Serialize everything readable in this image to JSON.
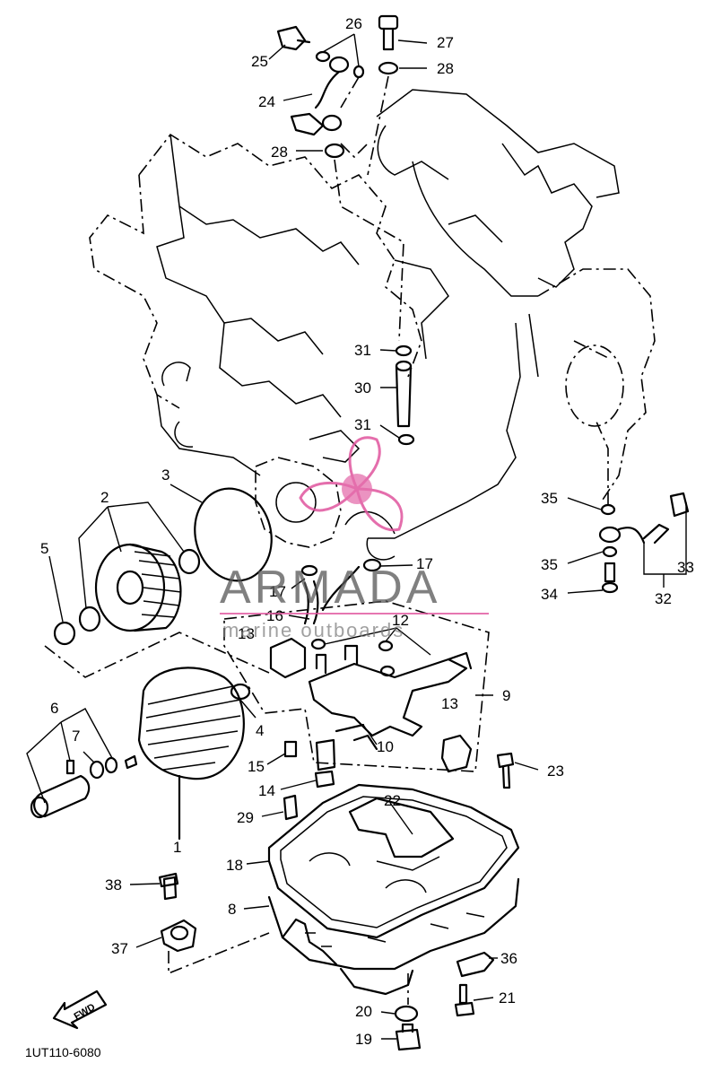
{
  "diagram_code": "1UT110-6080",
  "front_arrow_label": "FWD",
  "watermark": {
    "brand": "ARMADA",
    "tagline": "marine outboards",
    "color": "#e0559e",
    "text_color": "#555555"
  },
  "callouts": [
    {
      "id": "c1",
      "text": "2"
    },
    {
      "id": "c2",
      "text": "3"
    },
    {
      "id": "c3",
      "text": "4"
    },
    {
      "id": "c4",
      "text": "5"
    },
    {
      "id": "c5",
      "text": "6"
    },
    {
      "id": "c6",
      "text": "7"
    },
    {
      "id": "c7",
      "text": "8"
    },
    {
      "id": "c8",
      "text": "9"
    },
    {
      "id": "c9",
      "text": "10"
    },
    {
      "id": "c10",
      "text": "12"
    },
    {
      "id": "c11",
      "text": "13"
    },
    {
      "id": "c12",
      "text": "13"
    },
    {
      "id": "c13",
      "text": "14"
    },
    {
      "id": "c14",
      "text": "15"
    },
    {
      "id": "c15",
      "text": "16"
    },
    {
      "id": "c16",
      "text": "17"
    },
    {
      "id": "c17",
      "text": "17"
    },
    {
      "id": "c18",
      "text": "18"
    },
    {
      "id": "c19",
      "text": "19"
    },
    {
      "id": "c20",
      "text": "20"
    },
    {
      "id": "c21",
      "text": "21"
    },
    {
      "id": "c22",
      "text": "22"
    },
    {
      "id": "c23",
      "text": "23"
    },
    {
      "id": "c24",
      "text": "24"
    },
    {
      "id": "c25",
      "text": "25"
    },
    {
      "id": "c26",
      "text": "26"
    },
    {
      "id": "c27",
      "text": "27"
    },
    {
      "id": "c28",
      "text": "28"
    },
    {
      "id": "c29",
      "text": "28"
    },
    {
      "id": "c30",
      "text": "29"
    },
    {
      "id": "c31",
      "text": "30"
    },
    {
      "id": "c32",
      "text": "31"
    },
    {
      "id": "c33",
      "text": "31"
    },
    {
      "id": "c34",
      "text": "32"
    },
    {
      "id": "c35",
      "text": "33"
    },
    {
      "id": "c36",
      "text": "34"
    },
    {
      "id": "c37",
      "text": "35"
    },
    {
      "id": "c38",
      "text": "35"
    },
    {
      "id": "c39",
      "text": "36"
    },
    {
      "id": "c40",
      "text": "37"
    },
    {
      "id": "c41",
      "text": "38"
    },
    {
      "id": "c42",
      "text": "1"
    }
  ]
}
